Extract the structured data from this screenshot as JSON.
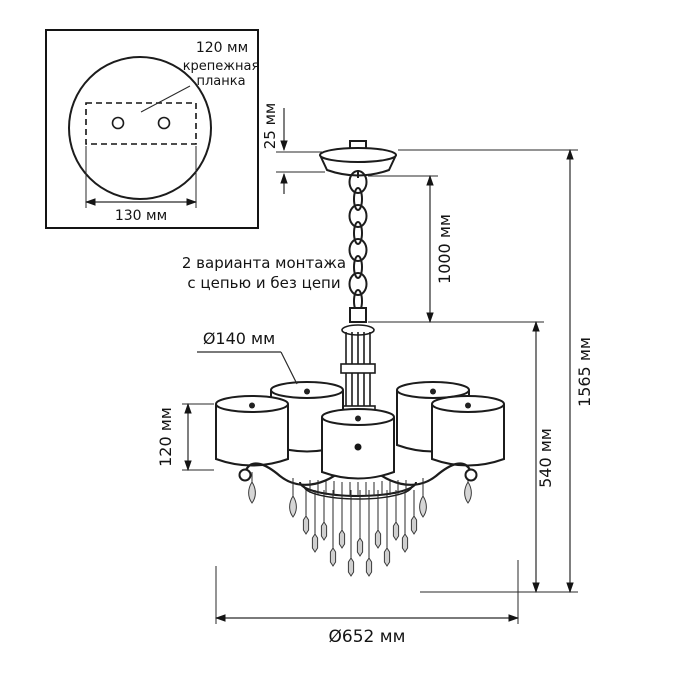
{
  "diagram": {
    "inset": {
      "plate_offset": "120 мм",
      "bracket_label_1": "крепежная",
      "bracket_label_2": "планка",
      "plate_width": "130 мм"
    },
    "note": {
      "line1": "2 варианта монтажа",
      "line2": "с цепью и без цепи"
    },
    "dims": {
      "canopy_height": "25 мм",
      "chain_length": "1000 мм",
      "shade_diameter": "Ø140 мм",
      "shade_height": "120 мм",
      "body_height": "540 мм",
      "total_height": "1565 мм",
      "total_diameter": "Ø652 мм"
    }
  }
}
